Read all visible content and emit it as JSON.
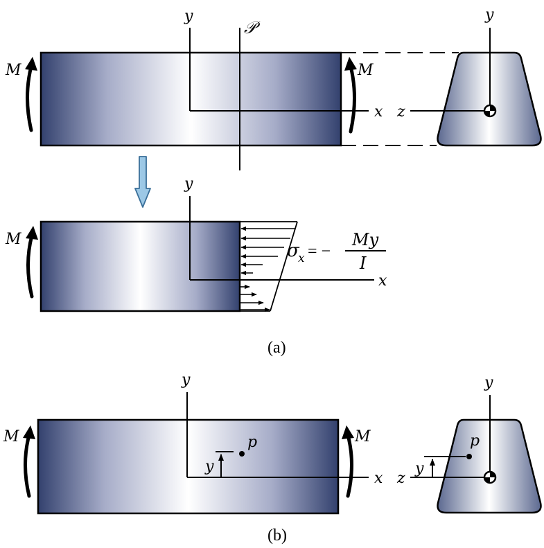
{
  "figure_a": {
    "caption": "(a)",
    "top_view": {
      "moment_left": "M",
      "moment_right": "M",
      "axis_y": "y",
      "axis_x": "x",
      "plane": "𝒫"
    },
    "section": {
      "axis_y": "y",
      "axis_z": "z"
    },
    "lower_view": {
      "moment_left": "M",
      "axis_y": "y",
      "axis_x": "x",
      "formula": {
        "lhs": "σ",
        "lhs_sub": "x",
        "equals": "= −",
        "numerator": "My",
        "denominator": "I"
      }
    }
  },
  "figure_b": {
    "caption": "(b)",
    "beam_view": {
      "moment_left": "M",
      "moment_right": "M",
      "axis_y": "y",
      "axis_x": "x",
      "point": "p",
      "dimension": "y"
    },
    "section": {
      "axis_y": "y",
      "axis_z": "z",
      "point": "p",
      "dimension": "y"
    }
  },
  "colors": {
    "beam_edge": "#33416e",
    "beam_center": "#ffffff",
    "arrow_fill": "#9cc8e6",
    "arrow_stroke": "#3a6f99"
  }
}
